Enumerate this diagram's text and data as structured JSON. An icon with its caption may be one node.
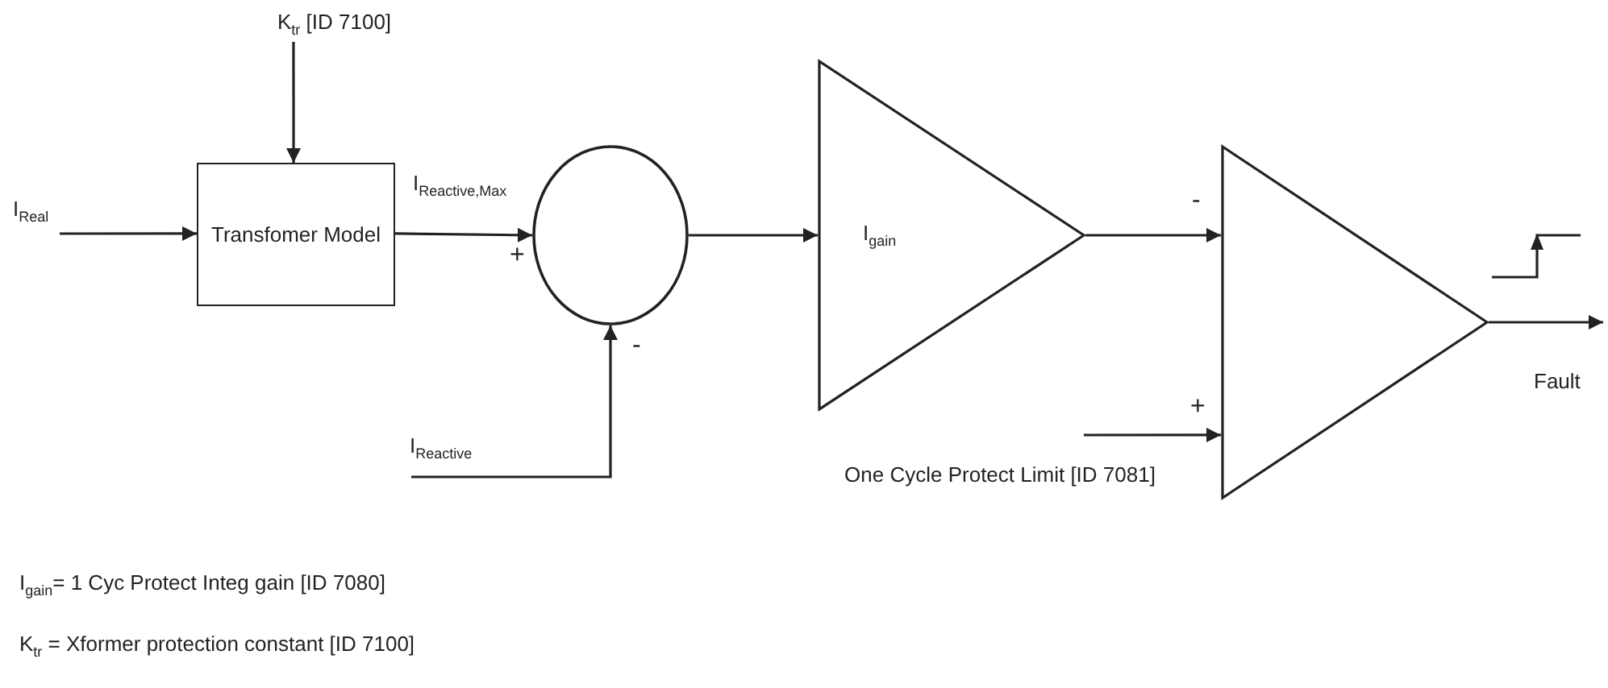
{
  "diagram": {
    "nodes": [
      {
        "text": [
          "K$_{tr}$ [ID 7100]"
        ]
      },
      {
        "text": [
          "I$_{Real}$"
        ]
      },
      {
        "text": [
          "Transfomer Model"
        ]
      },
      {
        "text": [],
        "shape": "circle",
        "beside": [
          "+",
          "-"
        ]
      },
      {
        "text": [
          "I$_{Reactive}$"
        ]
      },
      {
        "text": [
          "I$_{gain}$"
        ]
      },
      {
        "text": [],
        "shape": "triangle",
        "beside": [
          "-",
          "+"
        ]
      },
      {
        "text": [
          "One Cycle Protect Limit [ID 7081]"
        ]
      }
    ],
    "edges": [
      {
        "from": 0,
        "to": 2,
        "arrow": "to"
      },
      {
        "from": 1,
        "to": 2,
        "arrow": "to"
      },
      {
        "from": 2,
        "to": 3,
        "arrow": "to",
        "label": "I$_{Reactive,Max}$"
      },
      {
        "from": 4,
        "to": 3,
        "arrow": "to"
      },
      {
        "from": 3,
        "to": 5,
        "arrow": "to"
      },
      {
        "from": 5,
        "to": 6,
        "arrow": "to"
      },
      {
        "from": 7,
        "to": 6,
        "arrow": "to"
      },
      {
        "from": 6,
        "to": null,
        "arrow": "to"
      }
    ],
    "labels": [
      "Fault",
      "I$_{gain}$= 1 Cyc Protect Integ gain [ID 7080]",
      "K$_{tr}$ = Xformer protection constant [ID 7100]"
    ]
  }
}
